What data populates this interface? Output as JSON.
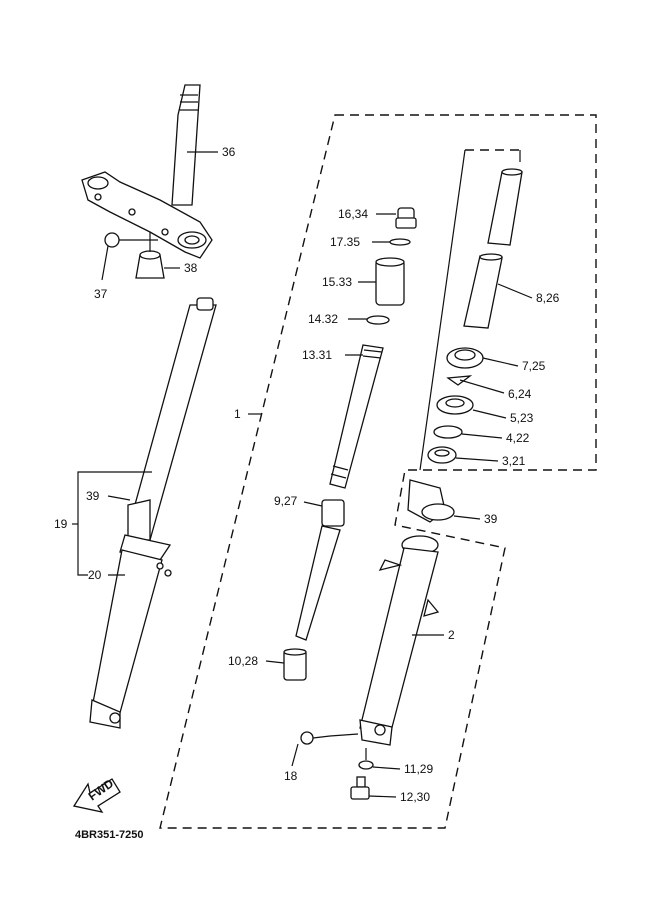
{
  "diagram": {
    "code": "4BR351-7250",
    "arrow_text": "FWD",
    "labels": {
      "p36": "36",
      "p37": "37",
      "p38": "38",
      "p1": "1",
      "p19": "19",
      "p39a": "39",
      "p20": "20",
      "p16": "16,34",
      "p17": "17.35",
      "p15": "15.33",
      "p14": "14.32",
      "p13": "13.31",
      "p9": "9,27",
      "p10": "10,28",
      "p8": "8,26",
      "p7": "7,25",
      "p6": "6,24",
      "p5": "5,23",
      "p4": "4,22",
      "p3": "3,21",
      "p39b": "39",
      "p2": "2",
      "p18": "18",
      "p11": "11,29",
      "p12": "12,30"
    }
  }
}
